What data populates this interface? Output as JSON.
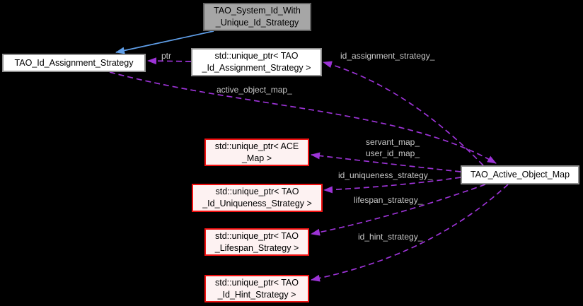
{
  "diagram": {
    "type": "doxygen-collaboration-graph",
    "colors": {
      "background": "#000000",
      "dashed_usage_edge": "#9C33D6",
      "inheritance_edge": "#5F9EE8",
      "edge_label_text": "#C8C8C8",
      "node_fill": "#FFFFFF",
      "node_border": "#8F8F8F",
      "gray_node_fill": "#A6A6A6",
      "truncated_node_fill": "#FDF2F2",
      "truncated_node_border": "#F11212"
    },
    "nodes": {
      "system_id_with_unique_id_strategy": {
        "line1": "TAO_System_Id_With",
        "line2": "_Unique_Id_Strategy"
      },
      "id_assignment_strategy": {
        "line1": "TAO_Id_Assignment_Strategy"
      },
      "unique_ptr_id_assignment_strategy": {
        "line1": "std::unique_ptr< TAO",
        "line2": "_Id_Assignment_Strategy >"
      },
      "unique_ptr_ace_map": {
        "line1": "std::unique_ptr< ACE",
        "line2": "_Map >"
      },
      "unique_ptr_id_uniqueness_strategy": {
        "line1": "std::unique_ptr< TAO",
        "line2": "_Id_Uniqueness_Strategy >"
      },
      "unique_ptr_lifespan_strategy": {
        "line1": "std::unique_ptr< TAO",
        "line2": "_Lifespan_Strategy >"
      },
      "unique_ptr_id_hint_strategy": {
        "line1": "std::unique_ptr< TAO",
        "line2": "_Id_Hint_Strategy >"
      },
      "active_object_map": {
        "line1": "TAO_Active_Object_Map"
      }
    },
    "edge_labels": {
      "ptr": "ptr",
      "id_assignment_strategy": "id_assignment_strategy_",
      "active_object_map": "active_object_map_",
      "servant_map": "servant_map_",
      "user_id_map": "user_id_map_",
      "id_uniqueness_strategy": "id_uniqueness_strategy_",
      "lifespan_strategy": "lifespan_strategy_",
      "id_hint_strategy": "id_hint_strategy_"
    }
  }
}
